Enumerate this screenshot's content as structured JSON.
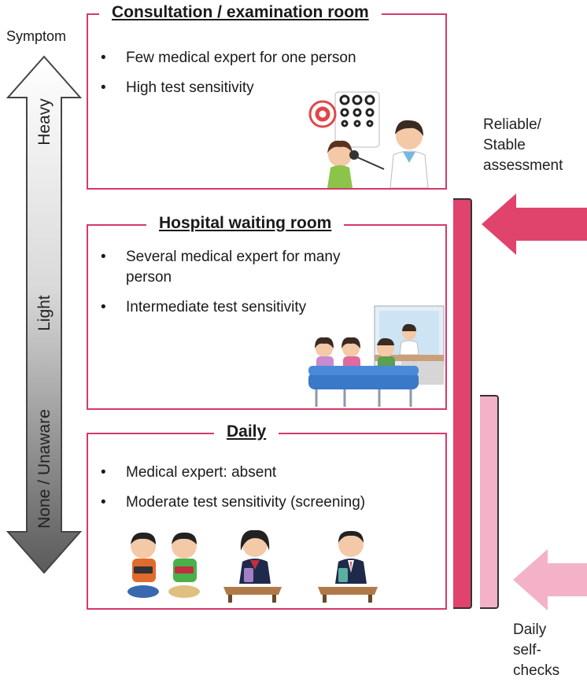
{
  "axis": {
    "top_label": "Symptom",
    "levels": [
      "Heavy",
      "Light",
      "None / Unaware"
    ]
  },
  "boxes": {
    "consultation": {
      "title": "Consultation / examination room",
      "bullets": [
        "Few medical expert for one person",
        "High test sensitivity"
      ]
    },
    "waiting": {
      "title": "Hospital waiting room",
      "bullets": [
        "Several medical expert for many person",
        "Intermediate test sensitivity"
      ]
    },
    "daily": {
      "title": "Daily",
      "bullets": [
        "Medical expert: absent",
        "Moderate test sensitivity (screening)"
      ]
    }
  },
  "right": {
    "reliable_lines": [
      "Reliable/",
      "Stable",
      "assessment"
    ],
    "daily_lines": [
      "Daily",
      "self-",
      "checks"
    ]
  },
  "colors": {
    "box_border": "#d43a6a",
    "strong_arrow": "#e0436c",
    "light_arrow": "#f3b2c7",
    "axis_gradient_top": "#ffffff",
    "axis_gradient_bottom": "#5a5a5a"
  },
  "icons": [
    "eye-chart-exam-illustration",
    "waiting-room-illustration",
    "children-gaming-illustration",
    "student-tablet-illustration",
    "businessman-tablet-illustration"
  ]
}
